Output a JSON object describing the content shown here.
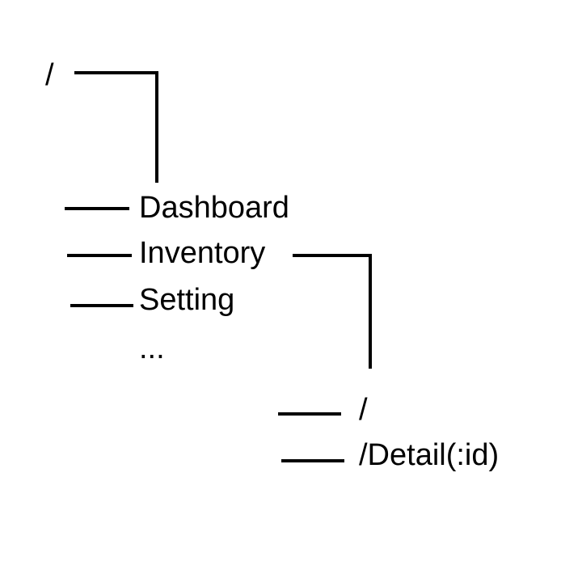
{
  "tree": {
    "root": {
      "label": "/"
    },
    "children": [
      {
        "label": "Dashboard"
      },
      {
        "label": "Inventory"
      },
      {
        "label": "Setting"
      },
      {
        "label": "..."
      }
    ],
    "inventory_children": [
      {
        "label": "/"
      },
      {
        "label": "/Detail(:id)"
      }
    ]
  }
}
